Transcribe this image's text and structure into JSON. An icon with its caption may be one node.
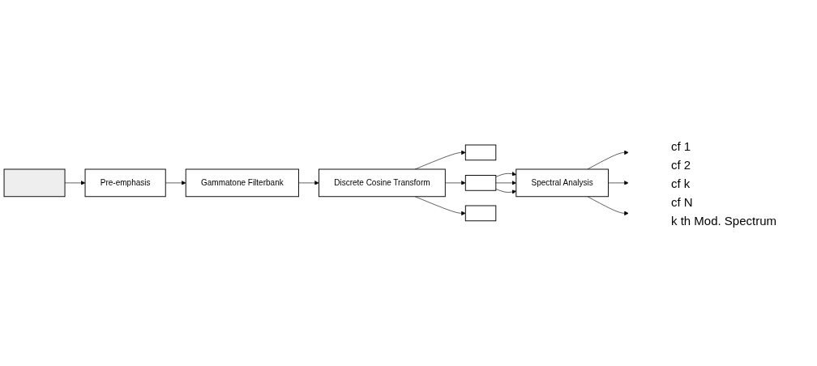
{
  "diagram": {
    "nodes": [
      {
        "text": [],
        "shape": "picture"
      },
      {
        "text": [
          "Pre-emphasis"
        ]
      },
      {
        "text": [
          "Gammatone Filterbank"
        ]
      },
      {
        "text": [
          "Discrete Cosine Transform"
        ]
      },
      {
        "text": [],
        "shape": "bar"
      },
      {
        "text": [],
        "shape": "bar"
      },
      {
        "text": [],
        "shape": "bar"
      },
      {
        "text": [
          "Spectral Analysis"
        ]
      }
    ],
    "edges": [
      {
        "from": 0,
        "to": 1,
        "arrow": "to"
      },
      {
        "from": 1,
        "to": 2,
        "arrow": "to"
      },
      {
        "from": 2,
        "to": 3,
        "arrow": "to"
      },
      {
        "from": 3,
        "to": 4,
        "arrow": "to"
      },
      {
        "from": 3,
        "to": 5,
        "arrow": "to"
      },
      {
        "from": 3,
        "to": 6,
        "arrow": "to"
      },
      {
        "from": 5,
        "to": 7,
        "arrow": "to"
      },
      {
        "from": 5,
        "to": 7,
        "arrow": "to"
      },
      {
        "from": 5,
        "to": 7,
        "arrow": "to"
      },
      {
        "from": 7,
        "to": null,
        "arrow": "to"
      },
      {
        "from": 7,
        "to": null,
        "arrow": "to"
      },
      {
        "from": 7,
        "to": null,
        "arrow": "to"
      }
    ],
    "labels": [
      "cf 1",
      "cf 2",
      "cf k",
      "cf N",
      "k th Mod. Spectrum"
    ]
  }
}
